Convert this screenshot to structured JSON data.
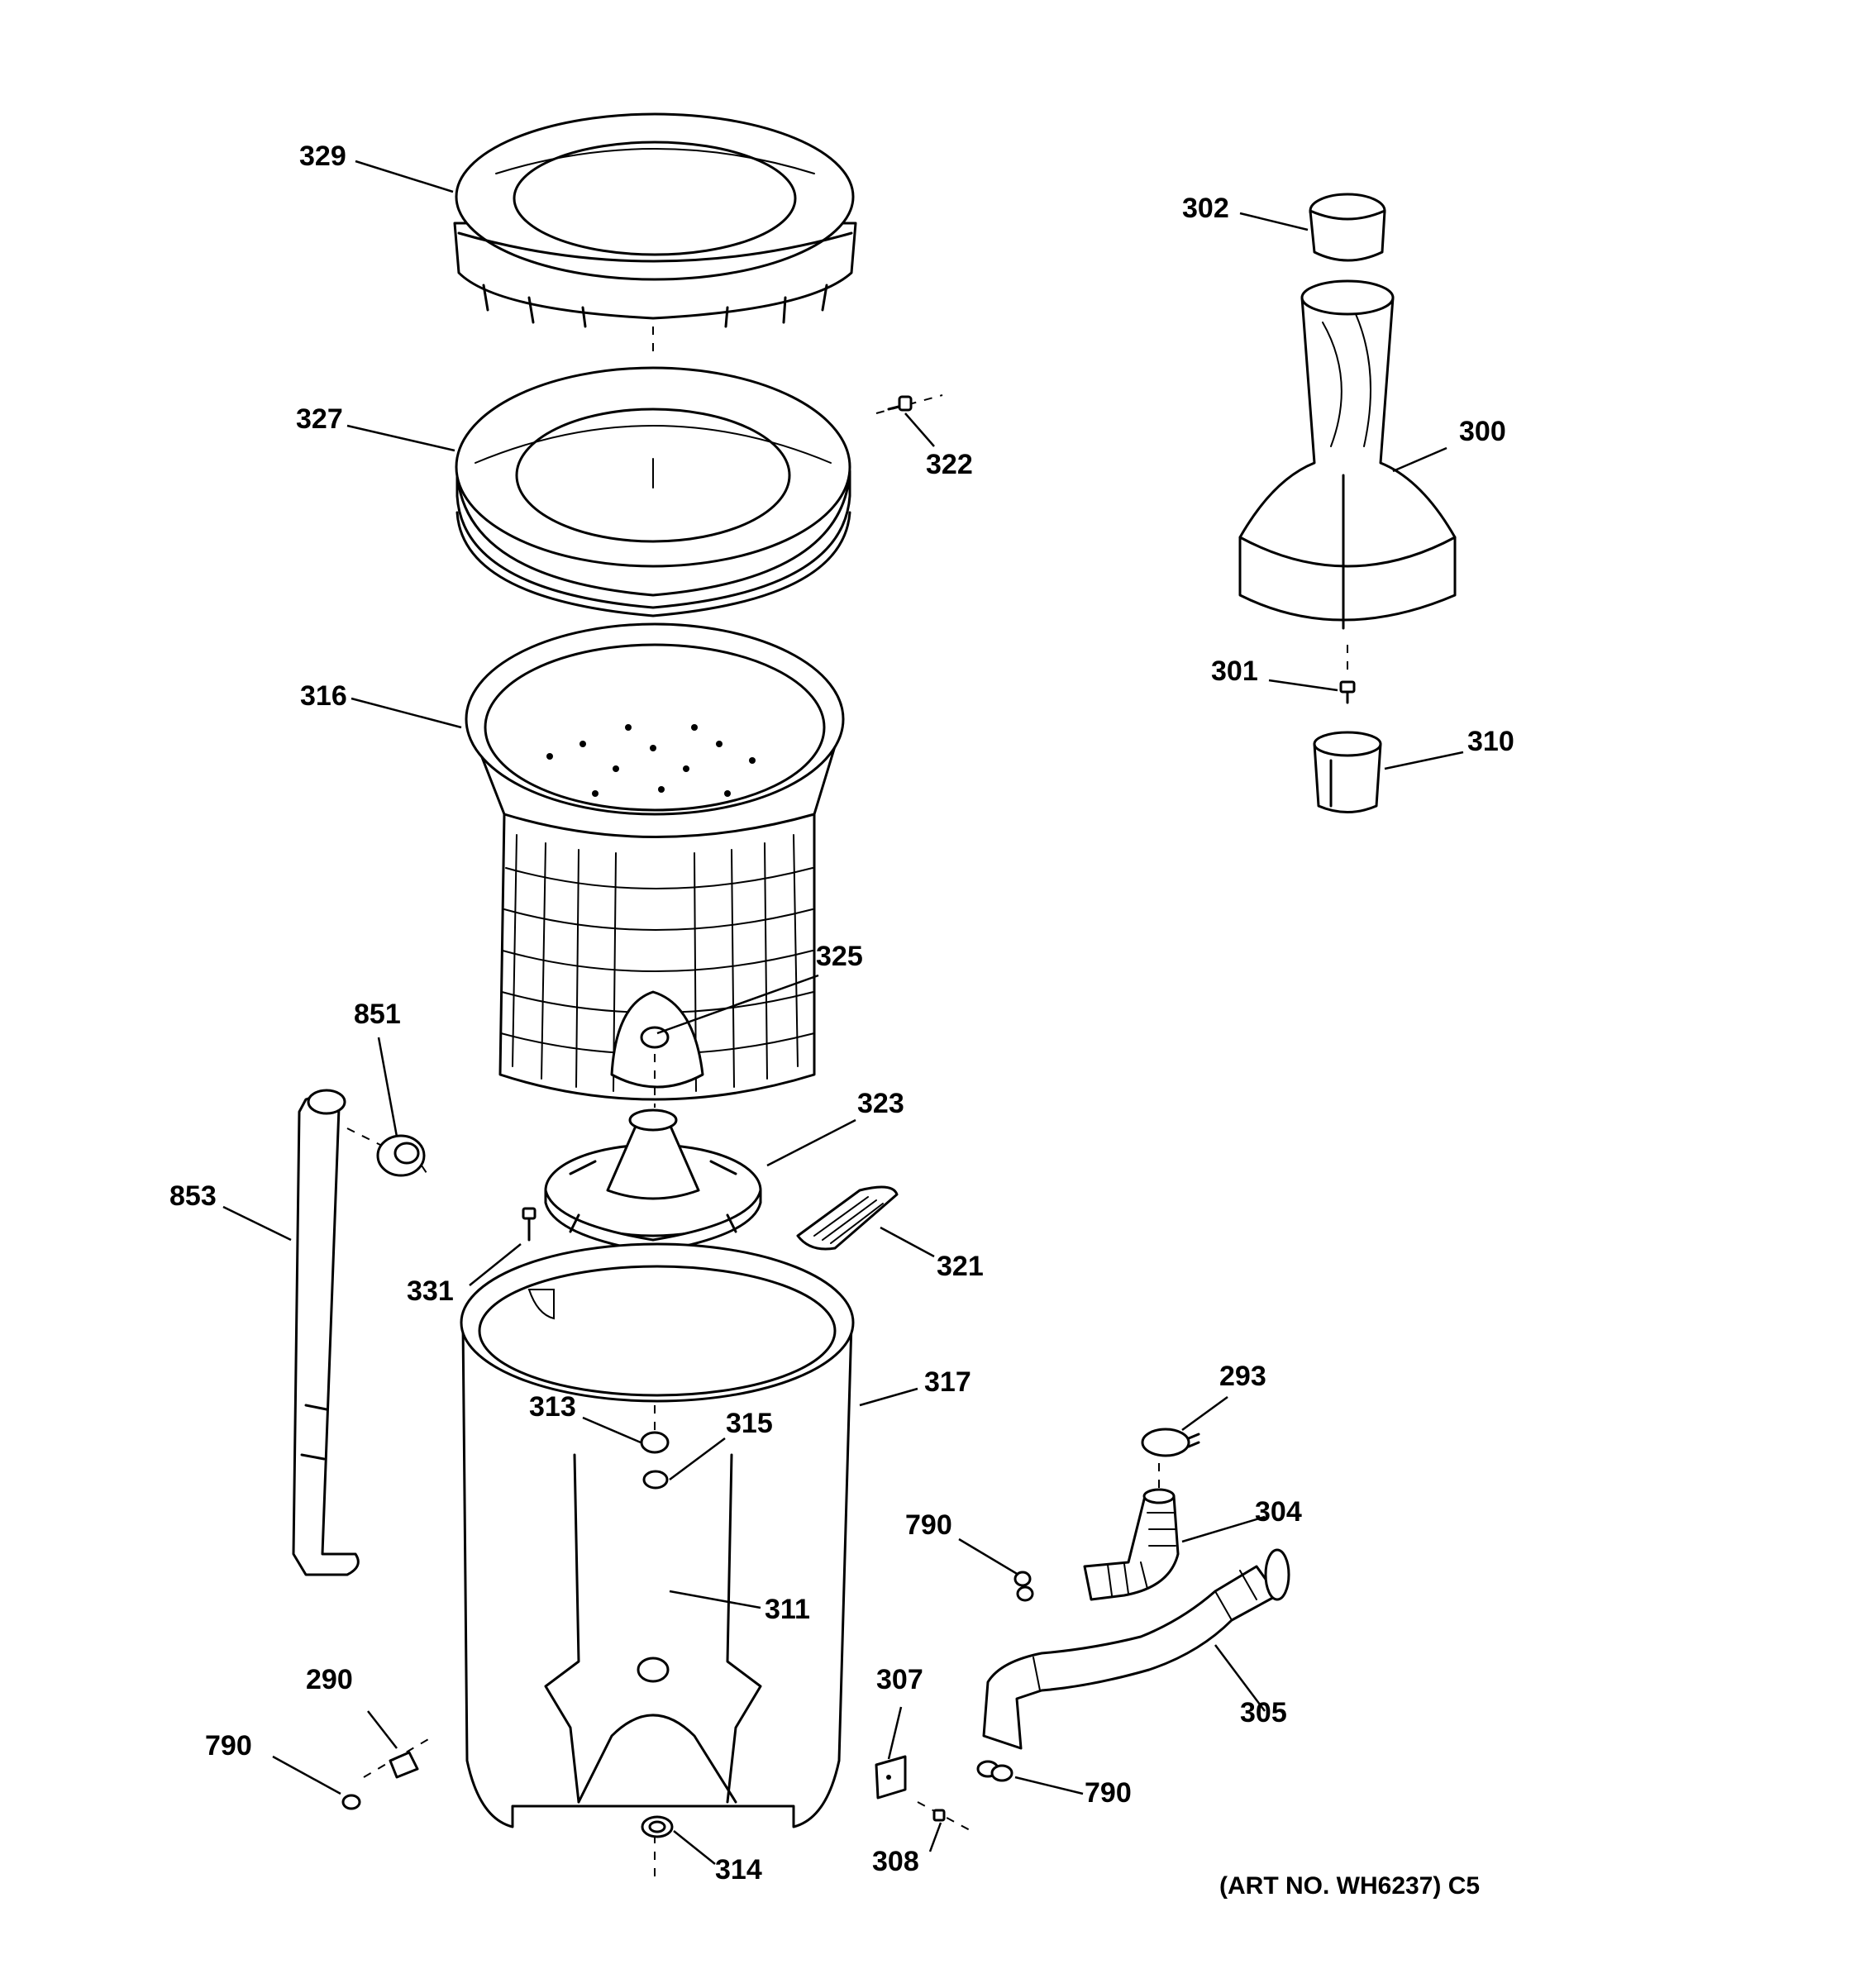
{
  "diagram": {
    "art_number": "(ART NO. WH6237) C5",
    "labels": {
      "p329": "329",
      "p327": "327",
      "p322": "322",
      "p316": "316",
      "p325": "325",
      "p851": "851",
      "p853": "853",
      "p323": "323",
      "p321": "321",
      "p331": "331",
      "p317": "317",
      "p313": "313",
      "p315": "315",
      "p311": "311",
      "p290": "290",
      "p790_left": "790",
      "p314": "314",
      "p302": "302",
      "p300": "300",
      "p301": "301",
      "p310": "310",
      "p293": "293",
      "p304": "304",
      "p790_mid": "790",
      "p305": "305",
      "p307": "307",
      "p790_right": "790",
      "p308": "308"
    }
  }
}
